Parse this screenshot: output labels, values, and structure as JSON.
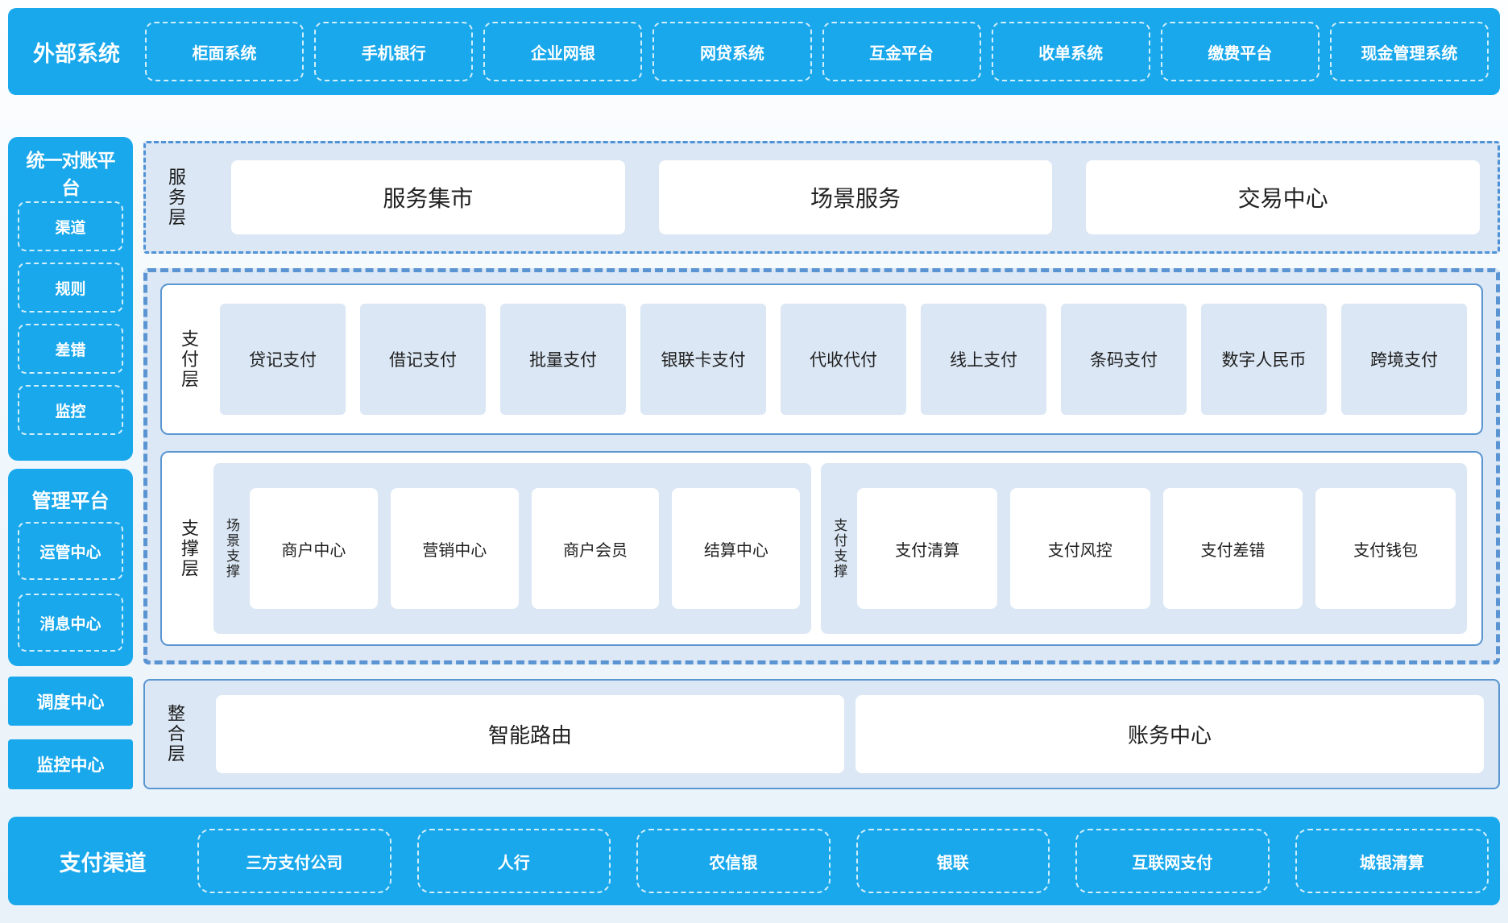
{
  "colors": {
    "primary_blue": "#19a8ec",
    "panel_light_blue": "#dbe7f4",
    "solid_border_blue": "#5a96d0",
    "dashed_border_blue": "#5b94d3",
    "white_dash": "rgba(255,255,255,0.8)",
    "dark_text": "#1f1f1f"
  },
  "top_bar": {
    "title": "外部系统",
    "items": [
      "柜面系统",
      "手机银行",
      "企业网银",
      "网贷系统",
      "互金平台",
      "收单系统",
      "缴费平台",
      "现金管理系统"
    ]
  },
  "sidebar": {
    "reconciliation": {
      "title": "统一对账平台",
      "items": [
        "渠道",
        "规则",
        "差错",
        "监控"
      ]
    },
    "management": {
      "title": "管理平台",
      "items": [
        "运管中心",
        "消息中心"
      ]
    },
    "standalone": [
      "调度中心",
      "监控中心"
    ]
  },
  "layers": {
    "service": {
      "label": "服务层",
      "items": [
        "服务集市",
        "场景服务",
        "交易中心"
      ]
    },
    "payment": {
      "label": "支付层",
      "items": [
        "贷记支付",
        "借记支付",
        "批量支付",
        "银联卡支付",
        "代收代付",
        "线上支付",
        "条码支付",
        "数字人民币",
        "跨境支付"
      ]
    },
    "support": {
      "label": "支撑层",
      "groups": [
        {
          "label": "场景支撑",
          "items": [
            "商户中心",
            "营销中心",
            "商户会员",
            "结算中心"
          ]
        },
        {
          "label": "支付支撑",
          "items": [
            "支付清算",
            "支付风控",
            "支付差错",
            "支付钱包"
          ]
        }
      ]
    },
    "integration": {
      "label": "整合层",
      "items": [
        "智能路由",
        "账务中心"
      ]
    }
  },
  "bottom_bar": {
    "title": "支付渠道",
    "items": [
      "三方支付公司",
      "人行",
      "农信银",
      "银联",
      "互联网支付",
      "城银清算"
    ]
  }
}
